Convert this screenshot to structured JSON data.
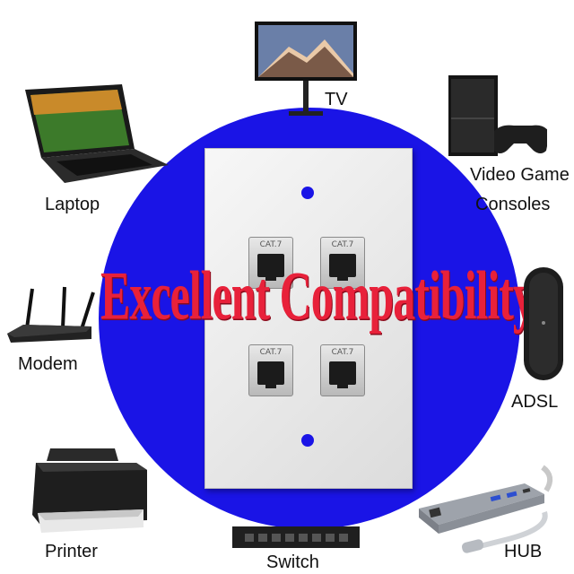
{
  "banner": "Excellent Compatibility",
  "jack_label": "CAT.7",
  "devices": {
    "tv": "TV",
    "laptop": "Laptop",
    "console_line1": "Video Game",
    "console_line2": "Consoles",
    "modem": "Modem",
    "adsl": "ADSL",
    "printer": "Printer",
    "switch": "Switch",
    "hub": "HUB"
  },
  "colors": {
    "circle": "#1a14e6",
    "banner": "#e8213a"
  }
}
